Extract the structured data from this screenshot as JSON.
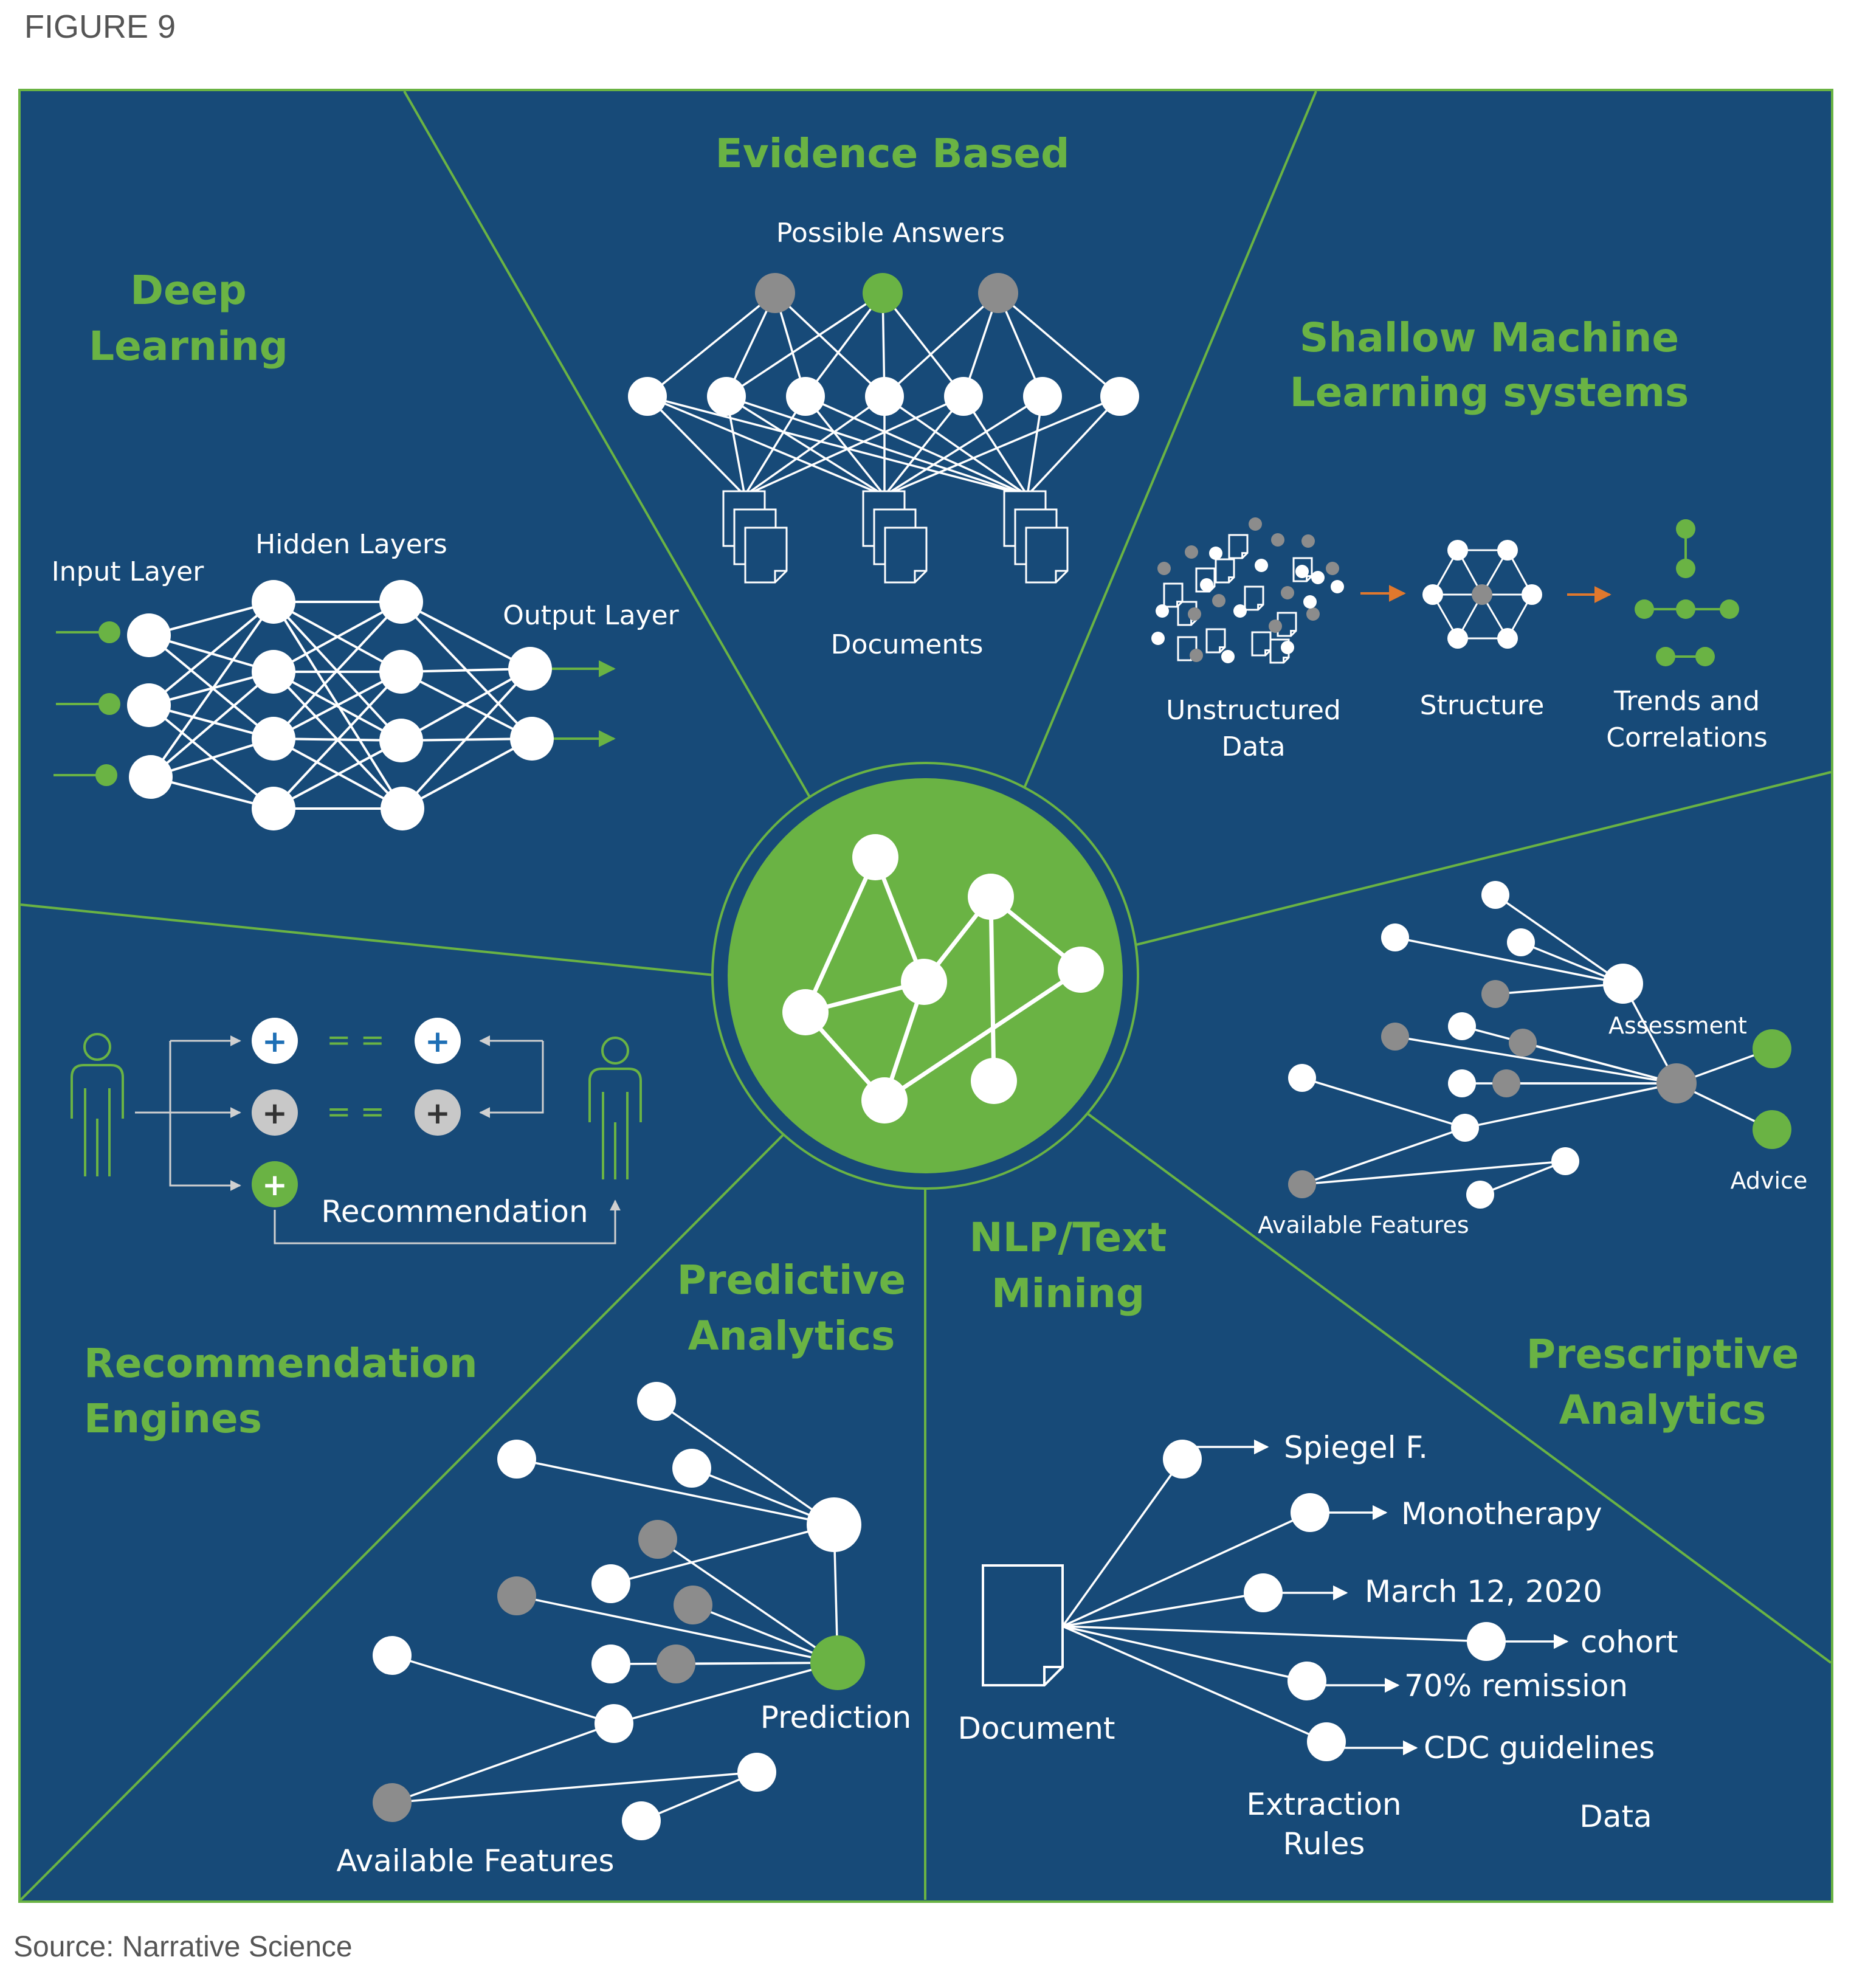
{
  "figure_label": "FIGURE 9",
  "source": "Source: Narrative Science",
  "colors": {
    "panel_bg": "#174a78",
    "accent_green": "#6ab344",
    "node_white": "#ffffff",
    "node_gray": "#8c8c8c",
    "arrow_orange": "#e0782d"
  },
  "center_icon": "network-graph-icon",
  "sections": {
    "deep_learning": {
      "title_line1": "Deep",
      "title_line2": "Learning",
      "input_layer": "Input Layer",
      "hidden_layers": "Hidden Layers",
      "output_layer": "Output Layer"
    },
    "evidence_based": {
      "title": "Evidence Based",
      "possible_answers": "Possible Answers",
      "documents": "Documents"
    },
    "shallow_ml": {
      "title_line1": "Shallow Machine",
      "title_line2": "Learning systems",
      "unstructured_line1": "Unstructured",
      "unstructured_line2": "Data",
      "structure": "Structure",
      "trends_line1": "Trends and",
      "trends_line2": "Correlations"
    },
    "prescriptive": {
      "title_line1": "Prescriptive",
      "title_line2": "Analytics",
      "assessment": "Assessment",
      "advice": "Advice",
      "available_features": "Available Features"
    },
    "recommendation": {
      "title_line1": "Recommendation",
      "title_line2": "Engines",
      "recommendation_label": "Recommendation",
      "plus_symbol": "+",
      "equals_symbol": "= ="
    },
    "predictive": {
      "title_line1": "Predictive",
      "title_line2": "Analytics",
      "prediction": "Prediction",
      "available_features": "Available Features"
    },
    "nlp": {
      "title_line1": "NLP/Text",
      "title_line2": "Mining",
      "document": "Document",
      "extraction_line1": "Extraction",
      "extraction_line2": "Rules",
      "data": "Data",
      "extracted": [
        "Spiegel F.",
        "Monotherapy",
        "March 12, 2020",
        "cohort",
        "70% remission",
        "CDC guidelines"
      ]
    }
  }
}
